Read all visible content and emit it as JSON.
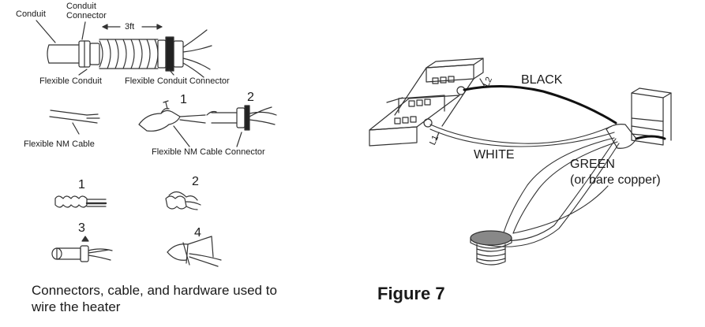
{
  "labels": {
    "conduit": "Conduit",
    "conduit_connector_line1": "Conduit",
    "conduit_connector_line2": "Connector",
    "length": "3ft",
    "flexible_conduit": "Flexible Conduit",
    "flexible_conduit_connector": "Flexible Conduit Connector",
    "flexible_nm_cable": "Flexible NM Cable",
    "flexible_nm_cable_connector": "Flexible NM Cable Connector",
    "step_1_top": "1",
    "step_2_top": "2",
    "step_1": "1",
    "step_2": "2",
    "step_3": "3",
    "step_4": "4",
    "black": "BLACK",
    "white": "WHITE",
    "green": "GREEN",
    "bare_copper": "(or bare copper)",
    "l1": "L1",
    "l2": "L2"
  },
  "captions": {
    "left_line1": "Connectors, cable, and hardware used to",
    "left_line2": "wire the heater",
    "figure": "Figure 7"
  },
  "colors": {
    "ink": "#1a1a1a",
    "wire_black": "#111111",
    "line_gray": "#555555"
  }
}
